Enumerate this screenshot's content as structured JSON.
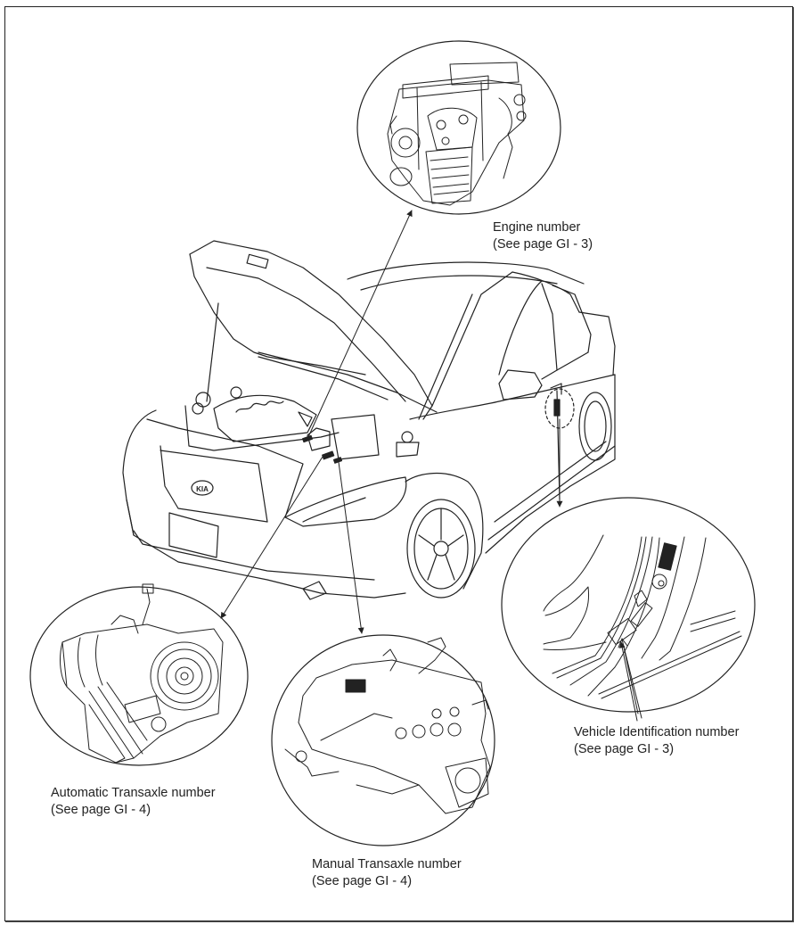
{
  "diagram": {
    "subject": "Vehicle identification number locations",
    "brand_badge": "KIA",
    "callouts": [
      {
        "id": "engine",
        "title": "Engine number",
        "reference": "(See page GI - 3)"
      },
      {
        "id": "vin",
        "title": "Vehicle Identification number",
        "reference": "(See page GI - 3)"
      },
      {
        "id": "auto-transaxle",
        "title": "Automatic Transaxle number",
        "reference": "(See page GI - 4)"
      },
      {
        "id": "manual-transaxle",
        "title": "Manual Transaxle number",
        "reference": "(See page GI - 4)"
      }
    ],
    "colors": {
      "line": "#222222",
      "background": "#ffffff"
    }
  }
}
